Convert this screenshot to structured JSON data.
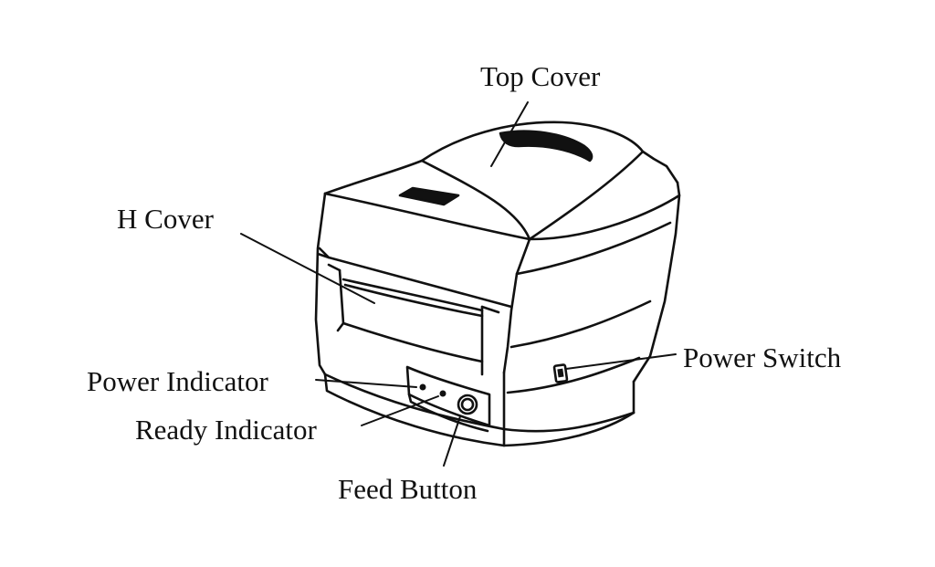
{
  "diagram": {
    "subject": "label-printer",
    "line_color": "#111111",
    "background": "#ffffff",
    "callouts": {
      "top_cover": "Top Cover",
      "h_cover": "H Cover",
      "power_switch": "Power Switch",
      "power_indicator": "Power Indicator",
      "ready_indicator": "Ready Indicator",
      "feed_button": "Feed Button"
    }
  }
}
